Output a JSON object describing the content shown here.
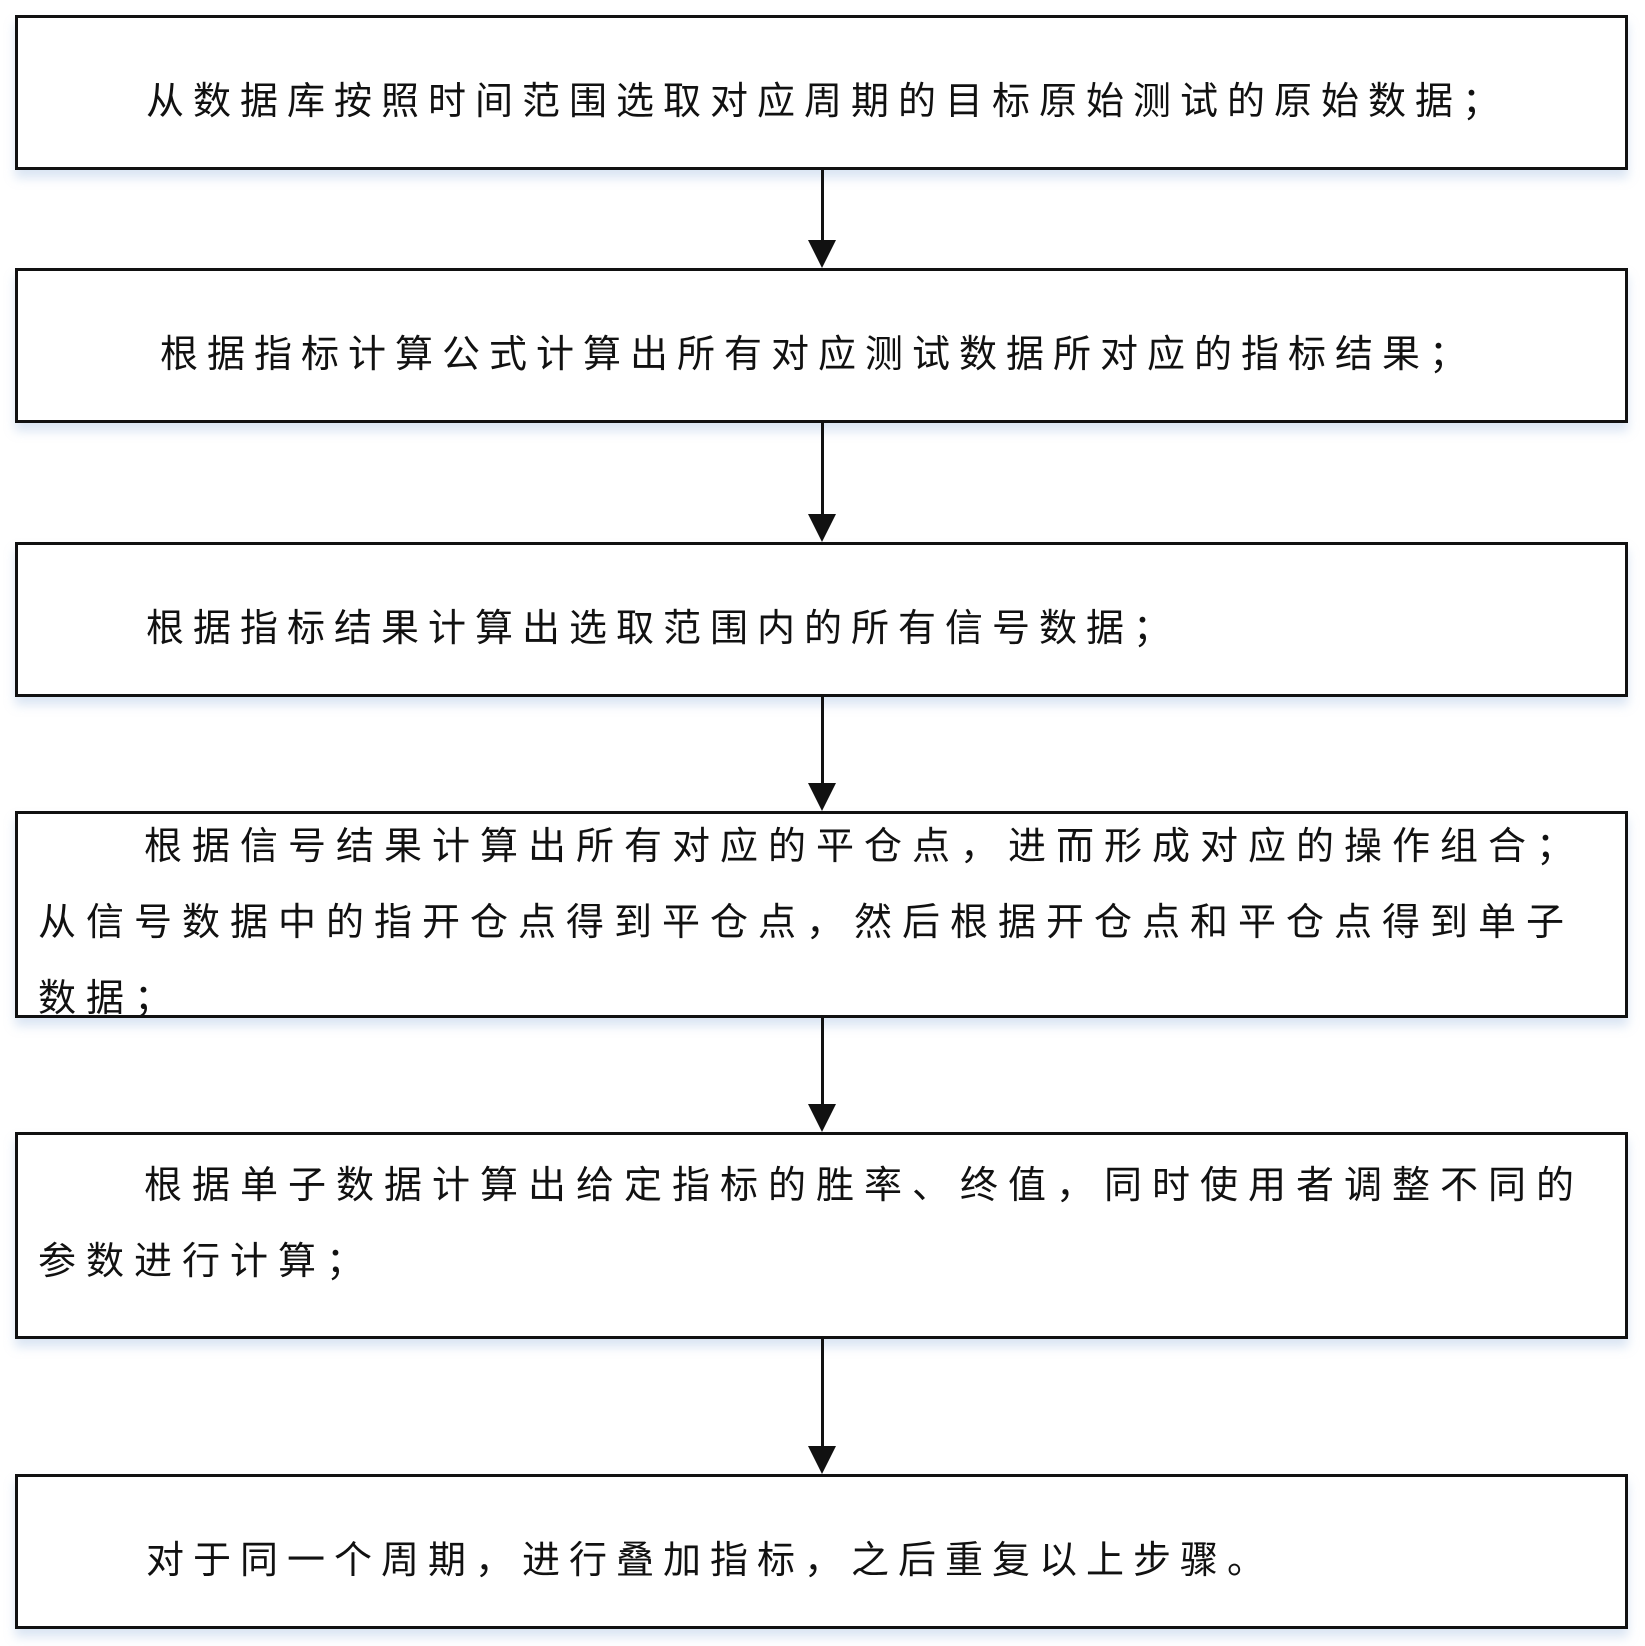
{
  "steps": [
    {
      "text": "从数据库按照时间范围选取对应周期的目标原始测试的原始数据；"
    },
    {
      "text": "根据指标计算公式计算出所有对应测试数据所对应的指标结果；"
    },
    {
      "text": "根据指标结果计算出选取范围内的所有信号数据；"
    },
    {
      "text": "根据信号结果计算出所有对应的平仓点，进而形成对应的操作组合；从信号数据中的指开仓点得到平仓点，然后根据开仓点和平仓点得到单子数据；"
    },
    {
      "text": "根据单子数据计算出给定指标的胜率、终值，同时使用者调整不同的参数进行计算；"
    },
    {
      "text": "对于同一个周期，进行叠加指标，之后重复以上步骤。"
    }
  ]
}
